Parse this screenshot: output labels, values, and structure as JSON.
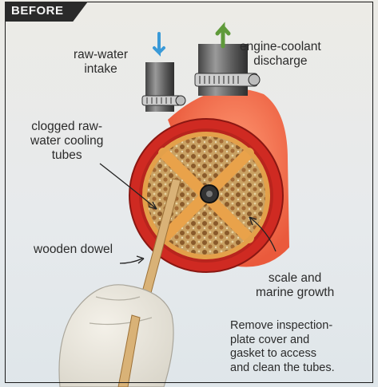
{
  "badge": "BEFORE",
  "labels": {
    "intake": "raw-water\nintake",
    "discharge": "engine-coolant\ndischarge",
    "clogged": "clogged raw-\nwater cooling\ntubes",
    "dowel": "wooden dowel",
    "scale": "scale and\nmarine growth",
    "note": "Remove inspection-\nplate cover and\ngasket to access\nand clean the tubes."
  },
  "colors": {
    "shell_red": "#d8322a",
    "hot_orange": "#ef6a45",
    "tube_sheet": "#d99a45",
    "intake_arrow": "#3a9ad8",
    "discharge_arrow": "#5f9a3a"
  }
}
